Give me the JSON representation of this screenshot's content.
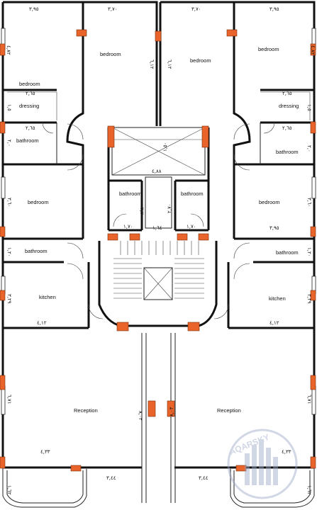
{
  "colors": {
    "column": "#e8642a",
    "wall": "#111111",
    "watermark": "#9aa7c7"
  },
  "rooms": {
    "left": {
      "bedroom_top": "bedroom",
      "bedroom_small": "bedroom",
      "dressing": "dressing",
      "bathroom": "bathroom",
      "bedroom_mid": "bedroom",
      "bathroom_hall": "bathroom",
      "kitchen": "kitchen",
      "reception": "Reception",
      "bathroom_core": "bathroom"
    },
    "right": {
      "bedroom_top_left": "bedroom",
      "bedroom_top_right": "bedroom",
      "dressing": "dressing",
      "bathroom": "bathroom",
      "bedroom_mid": "bedroom",
      "bathroom_hall": "bathroom",
      "kitchen": "kitchen",
      "reception": "Reception",
      "bathroom_core": "bathroom"
    }
  },
  "dimensions": {
    "top_left_width": "٣,٩٥",
    "top_left_mid_width": "٣,٧٠",
    "top_right_mid_width": "٣,٧٠",
    "top_right_width": "٣,٩٥",
    "left_bed_height": "٤,٨٢",
    "right_bed_height": "٤,٨٢",
    "left_bed2_height": "٦,١٢",
    "right_bed2_height": "٦,١٢",
    "dressing_left_top": "٢,٦٥",
    "dressing_left_bottom": "٢,٦٥",
    "dressing_right_top": "٢,٦٥",
    "dressing_right_bottom": "٢,٦٥",
    "dressing_left_side": "١,٥",
    "dressing_right_side": "١,٥",
    "left_bath_side": "٢,٠",
    "right_bath_side": "٢,٠",
    "shaft_width": "٤,٨٨",
    "shaft_height": "١,٥٠",
    "core_bath_left_h": "٢,٧٠",
    "core_bath_right_h": "٢,٧٠",
    "core_left_w": "١,٧٠",
    "core_mid_w": "١,٦٤",
    "core_right_w": "١,٧٠",
    "left_mid_bed_h": "٣,٦٠",
    "right_mid_bed_h": "٣,٦٠",
    "right_mid_bed_w": "٣,٩٥",
    "left_hall_h": "١,٢٠",
    "right_hall_h": "١,٢٠",
    "left_kitchen_h": "٣,٢٩",
    "right_kitchen_h": "٣,٢٩",
    "left_kitchen_w": "٤,١٢",
    "right_kitchen_w": "٤,١٢",
    "left_reception_h": "٦,٧١",
    "right_reception_h": "٦,٧١",
    "left_reception_depth": "٨,٠٣",
    "right_reception_depth": "٨,٠٣",
    "left_reception_w": "٤,٣٣",
    "right_reception_w": "٤,٣٣",
    "left_balcony_w": "٣,٤٤",
    "right_balcony_w": "٣,٤٤",
    "left_balcony_h": "١,٦٢",
    "right_balcony_h": "١,٦٢"
  },
  "watermark": {
    "text": "AQARSKY"
  }
}
